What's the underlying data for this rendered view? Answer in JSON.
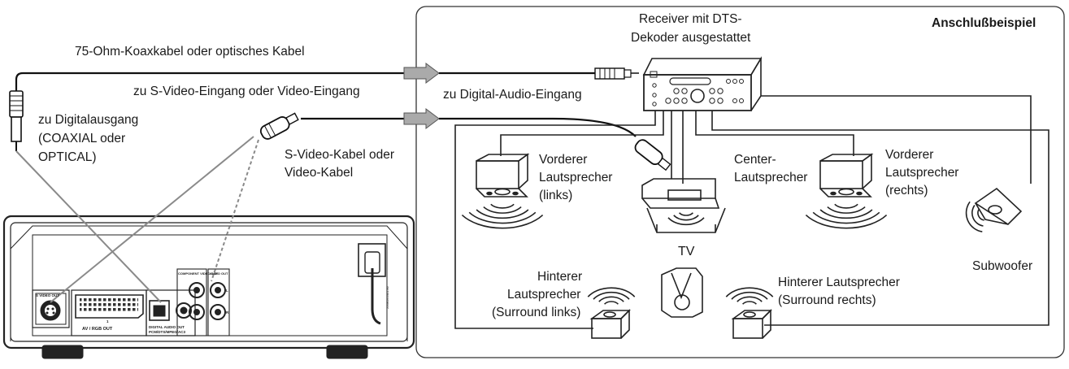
{
  "diagram": {
    "title": "Anschlußbeispiel",
    "labels": {
      "coax_cable": "75-Ohm-Koaxkabel oder optisches Kabel",
      "svideo_input": "zu S-Video-Eingang oder Video-Eingang",
      "digital_audio_input": "zu Digital-Audio-Eingang",
      "digital_output_1": "zu Digitalausgang",
      "digital_output_2": "(COAXIAL oder",
      "digital_output_3": "OPTICAL)",
      "svideo_cable_1": "S-Video-Kabel oder",
      "svideo_cable_2": "Video-Kabel",
      "receiver_1": "Receiver mit DTS-",
      "receiver_2": "Dekoder ausgestattet",
      "front_left_1": "Vorderer",
      "front_left_2": "Lautsprecher",
      "front_left_3": "(links)",
      "center_1": "Center-",
      "center_2": "Lautsprecher",
      "front_right_1": "Vorderer",
      "front_right_2": "Lautsprecher",
      "front_right_3": "(rechts)",
      "tv": "TV",
      "subwoofer": "Subwoofer",
      "rear_left_1": "Hinterer",
      "rear_left_2": "Lautsprecher",
      "rear_left_3": "(Surround links)",
      "rear_right_1": "Hinterer Lautsprecher",
      "rear_right_2": "(Surround rechts)"
    },
    "panel_labels": {
      "svideo_out": "S VIDEO OUT",
      "av_rgb_out": "AV / RGB OUT",
      "digital_audio_out_1": "DIGITAL AUDIO OUT",
      "digital_audio_out_2": "PCM/DTS/MPEG/AC3",
      "component_video_out": "COMPONENT VIDEO OUT",
      "audio_out": "AUDIO OUT",
      "ch_l": "L",
      "ch_r": "R",
      "scart_pin": "1",
      "side_code": "2068160401.8b"
    }
  }
}
